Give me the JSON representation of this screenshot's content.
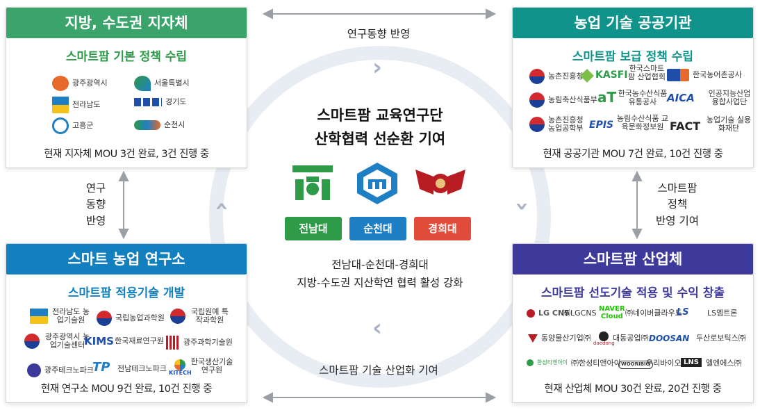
{
  "colors": {
    "green": "#3aa46a",
    "teal": "#10938b",
    "blue": "#127fbf",
    "indigo": "#3e3a9b",
    "ring": "#e8edf3"
  },
  "top_left": {
    "title": "지방, 수도권 지자체",
    "subtitle": "스마트팜 기본 정책 수립",
    "orgs": [
      "광주광역시",
      "서울특별시",
      "전라남도",
      "경기도",
      "고흥군",
      "순천시"
    ],
    "footer": "현재 지자체 MOU 3건 완료,  3건 진행 중"
  },
  "top_right": {
    "title": "농업 기술 공공기관",
    "subtitle": "스마트팜 보급 정책 수립",
    "orgs": [
      "농촌진흥청",
      "KASFI",
      "한국스마트팜 산업협회",
      "한국농어촌공사",
      "농림축산식품부",
      "aT",
      "한국농수산식품 유통공사",
      "AICA",
      "인공지능산업 융합사업단",
      "농촌진흥청 농업공학부",
      "EPIS",
      "농림수산식품 교육문화정보원",
      "FACT",
      "농업기술 실용화재단"
    ],
    "footer": "현재 공공기관 MOU 7건 완료, 10건 진행 중"
  },
  "bottom_left": {
    "title": "스마트 농업 연구소",
    "subtitle": "스마트팜 적용기술 개발",
    "orgs": [
      "전라남도 농업기술원",
      "국립농업과학원",
      "국립원예 특작과학원",
      "광주광역시 농업기술센터",
      "KIMS",
      "한국재료연구원",
      "광주과학기술원",
      "광주테크노파크",
      "TP",
      "전남테크노파크",
      "KITECH",
      "한국생산기술 연구원"
    ],
    "footer": "현재 연구소 MOU 9건 완료, 10건 진행 중"
  },
  "bottom_right": {
    "title": "스마트팜 산업체",
    "subtitle": "스마트팜 선도기술 적용 및 수익 창출",
    "orgs": [
      "LG CNS",
      "㈜LGCNS",
      "NAVER Cloud",
      "㈜네이버클라우드",
      "LS",
      "LS엠트론",
      "동양물산기업㈜",
      "daedong",
      "대동공업㈜",
      "DOOSAN",
      "두산로보틱스㈜",
      "한성티앤아이",
      "㈜한성티앤아이",
      "WOORIBIO",
      "우리바이오㈜",
      "LNS",
      "엘엔에스㈜"
    ],
    "footer": "현재 산업체 MOU 30건 완료, 20건 진행 중"
  },
  "center": {
    "title1": "스마트팜 교육연구단",
    "title2": "산학협력 선순환 기여",
    "univ": [
      "전남대",
      "순천대",
      "경희대"
    ],
    "desc1": "전남대-순천대-경희대",
    "desc2": "지방-수도권 지산학연 협력 활성 강화"
  },
  "flows": {
    "top": "연구동향 반영",
    "bottom": "스마트팜 기술 산업화 기여",
    "left": [
      "연구",
      "동향",
      "반영"
    ],
    "right": [
      "스마트팜",
      "정책",
      "반영 기여"
    ]
  }
}
